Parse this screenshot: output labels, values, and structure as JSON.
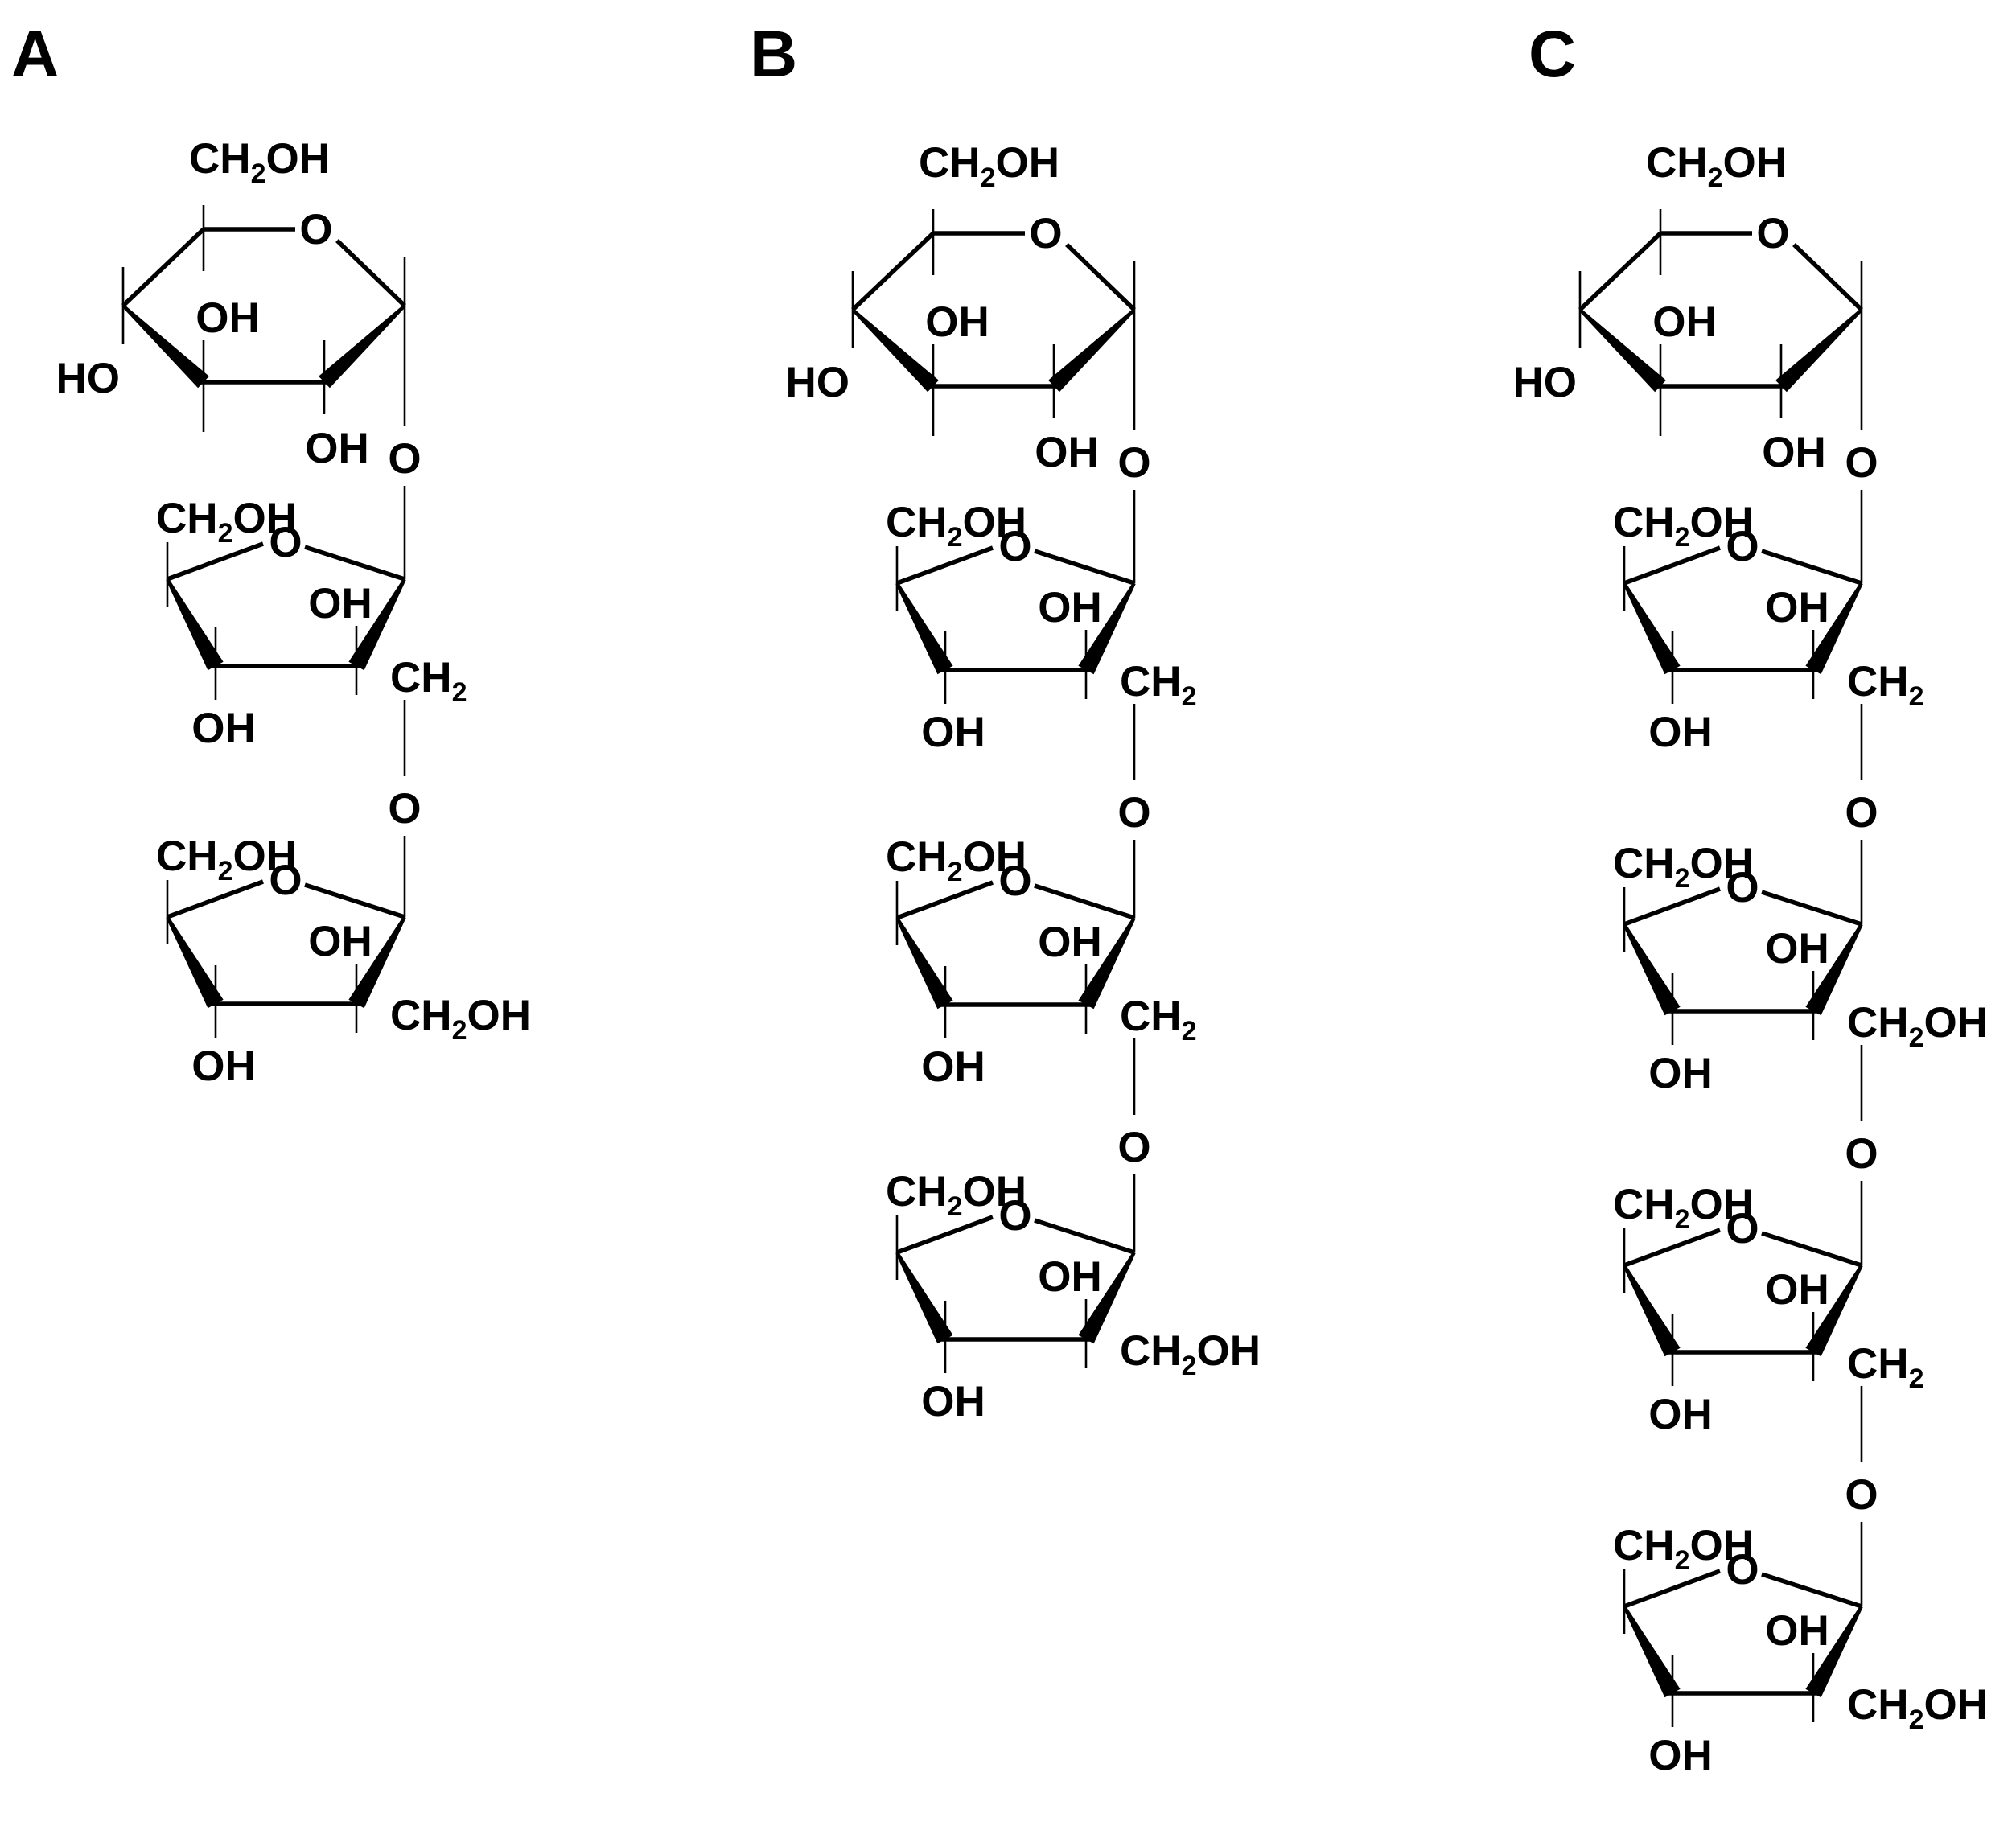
{
  "panels": [
    {
      "label": "A",
      "units": [
        {
          "ring": "pyranose",
          "groups": {
            "top": [
              "CH",
              "2",
              "OH"
            ],
            "ring_o": "O",
            "left": "HO",
            "inner": "OH",
            "bottom": "OH"
          }
        },
        {
          "ring": "furanose",
          "groups": {
            "top": [
              "CH",
              "2",
              "OH"
            ],
            "ring_o": "O",
            "inner": "OH",
            "bottom": "OH",
            "right": [
              "CH",
              "2",
              ""
            ]
          }
        },
        {
          "ring": "furanose",
          "groups": {
            "top": [
              "CH",
              "2",
              "OH"
            ],
            "ring_o": "O",
            "inner": "OH",
            "bottom": "OH",
            "right": [
              "CH",
              "2",
              "OH"
            ]
          }
        }
      ],
      "linkers": [
        "O",
        "O"
      ]
    },
    {
      "label": "B",
      "units": [
        {
          "ring": "pyranose",
          "groups": {
            "top": [
              "CH",
              "2",
              "OH"
            ],
            "ring_o": "O",
            "left": "HO",
            "inner": "OH",
            "bottom": "OH"
          }
        },
        {
          "ring": "furanose",
          "groups": {
            "top": [
              "CH",
              "2",
              "OH"
            ],
            "ring_o": "O",
            "inner": "OH",
            "bottom": "OH",
            "right": [
              "CH",
              "2",
              ""
            ]
          }
        },
        {
          "ring": "furanose",
          "groups": {
            "top": [
              "CH",
              "2",
              "OH"
            ],
            "ring_o": "O",
            "inner": "OH",
            "bottom": "OH",
            "right": [
              "CH",
              "2",
              ""
            ]
          }
        },
        {
          "ring": "furanose",
          "groups": {
            "top": [
              "CH",
              "2",
              "OH"
            ],
            "ring_o": "O",
            "inner": "OH",
            "bottom": "OH",
            "right": [
              "CH",
              "2",
              "OH"
            ]
          }
        }
      ],
      "linkers": [
        "O",
        "O",
        "O"
      ]
    },
    {
      "label": "C",
      "units": [
        {
          "ring": "pyranose",
          "groups": {
            "top": [
              "CH",
              "2",
              "OH"
            ],
            "ring_o": "O",
            "left": "HO",
            "inner": "OH",
            "bottom": "OH"
          }
        },
        {
          "ring": "furanose",
          "groups": {
            "top": [
              "CH",
              "2",
              "OH"
            ],
            "ring_o": "O",
            "inner": "OH",
            "bottom": "OH",
            "right": [
              "CH",
              "2",
              ""
            ]
          }
        },
        {
          "ring": "furanose",
          "groups": {
            "top": [
              "CH",
              "2",
              "OH"
            ],
            "ring_o": "O",
            "inner": "OH",
            "bottom": "OH",
            "right": [
              "CH",
              "2",
              "OH"
            ]
          }
        },
        {
          "ring": "furanose",
          "groups": {
            "top": [
              "CH",
              "2",
              "OH"
            ],
            "ring_o": "O",
            "inner": "OH",
            "bottom": "OH",
            "right": [
              "CH",
              "2",
              ""
            ]
          }
        },
        {
          "ring": "furanose",
          "groups": {
            "top": [
              "CH",
              "2",
              "OH"
            ],
            "ring_o": "O",
            "inner": "OH",
            "bottom": "OH",
            "right": [
              "CH",
              "2",
              "OH"
            ]
          }
        }
      ],
      "linkers": [
        "O",
        "O",
        "O",
        "O"
      ]
    }
  ]
}
